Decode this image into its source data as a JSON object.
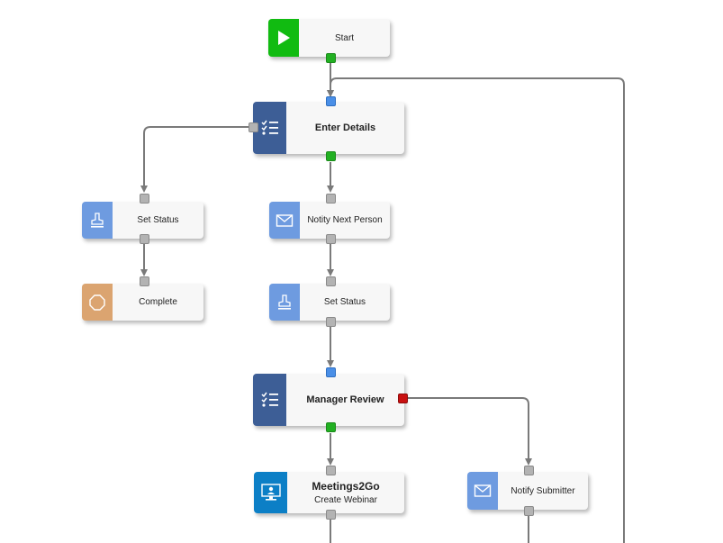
{
  "diagram": {
    "colors": {
      "start": "#11bb11",
      "approval": "#3d5e96",
      "task": "#6e9be0",
      "end": "#dba470",
      "webinar": "#0c7fc6",
      "port_in": "#4a8fe7",
      "port_success": "#22b022",
      "port_neutral": "#b3b3b3",
      "port_reject": "#c81010",
      "edge": "#7a7a7a"
    },
    "nodes": {
      "start": {
        "label": "Start",
        "icon": "play-icon"
      },
      "enter_details": {
        "label": "Enter Details",
        "icon": "checklist-icon"
      },
      "set_status_left": {
        "label": "Set Status",
        "icon": "stamp-icon"
      },
      "complete": {
        "label": "Complete",
        "icon": "stop-octagon-icon"
      },
      "notify_next": {
        "label": "Notity Next Person",
        "icon": "envelope-icon"
      },
      "set_status_mid": {
        "label": "Set Status",
        "icon": "stamp-icon"
      },
      "manager_review": {
        "label": "Manager Review",
        "icon": "checklist-icon"
      },
      "webinar": {
        "label": "Meetings2Go",
        "sublabel": "Create Webinar",
        "icon": "webinar-monitor-icon"
      },
      "notify_submitter": {
        "label": "Notify Submitter",
        "icon": "envelope-icon"
      }
    }
  }
}
